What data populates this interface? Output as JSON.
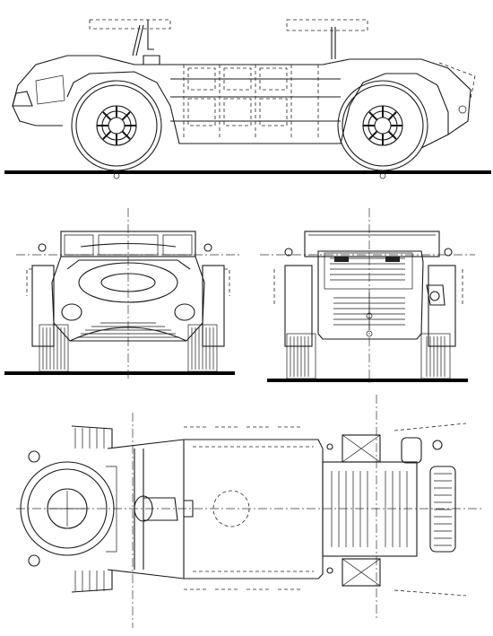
{
  "drawing": {
    "views": [
      {
        "id": "side"
      },
      {
        "id": "front"
      },
      {
        "id": "rear"
      },
      {
        "id": "top"
      }
    ],
    "ink_color": "#1a1a1a",
    "paper_color": "#ffffff"
  }
}
